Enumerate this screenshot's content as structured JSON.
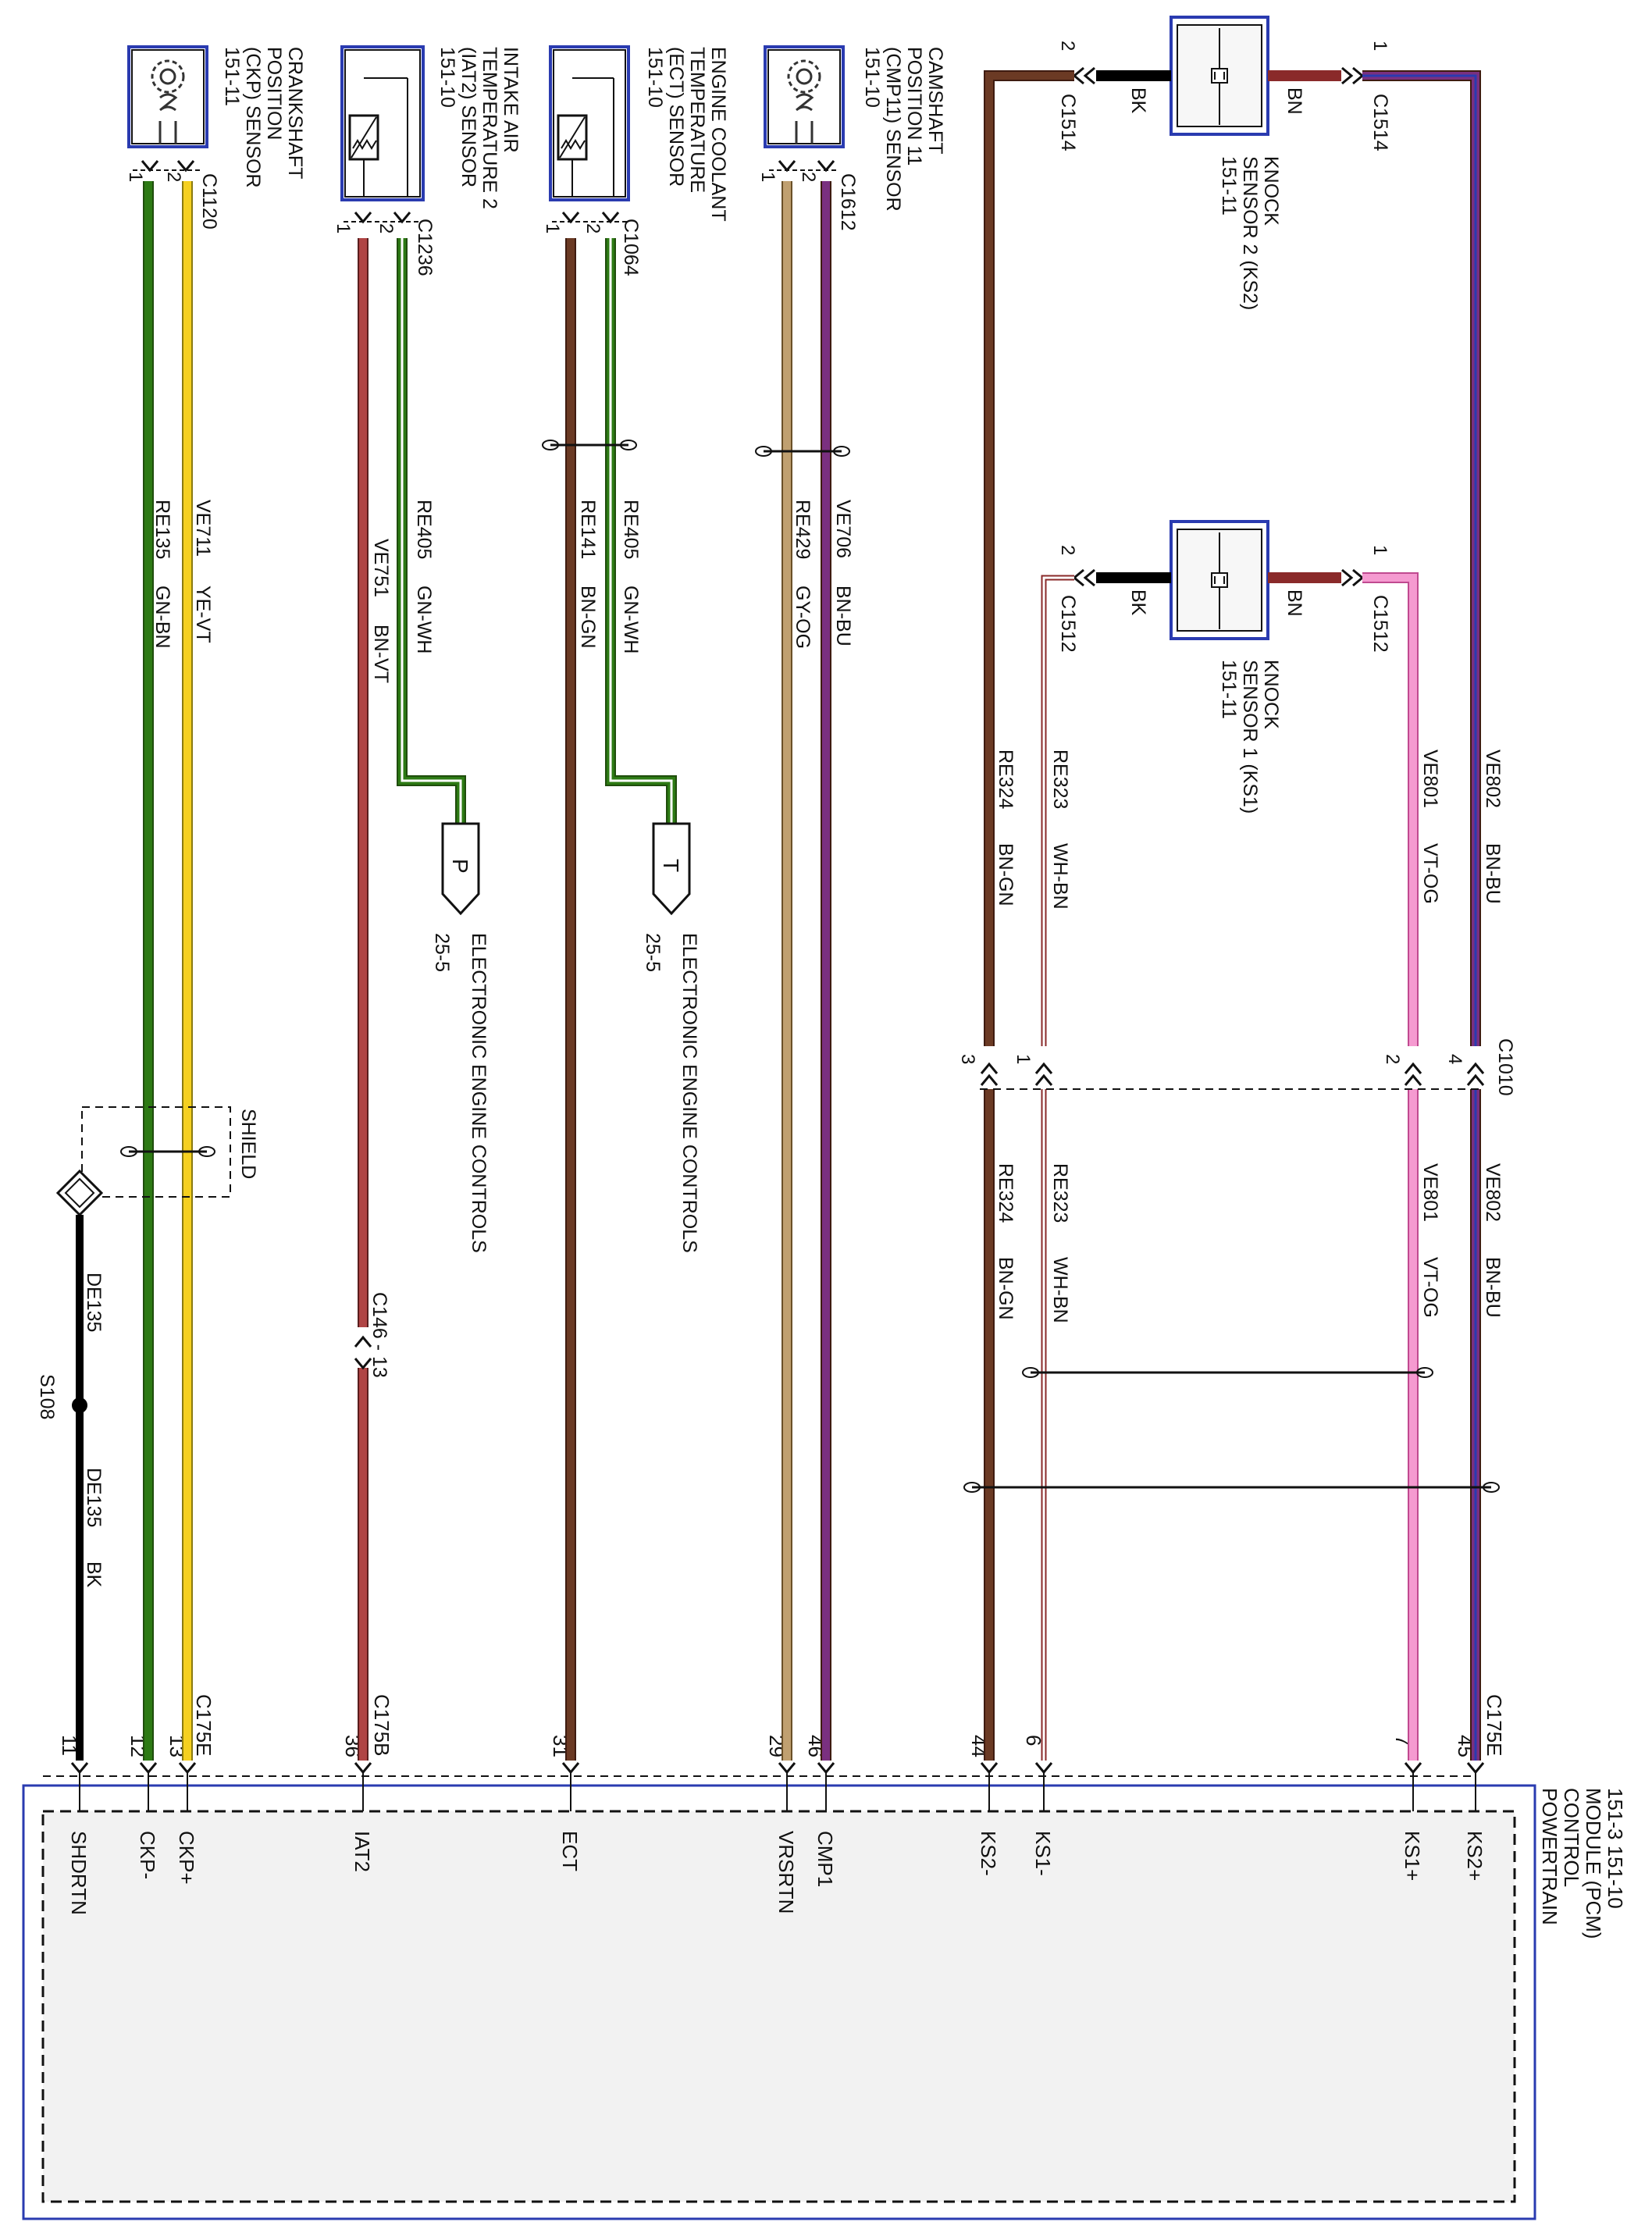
{
  "title": "",
  "orientation_note": "",
  "colors": {
    "GN": "#2d6b14",
    "YE": "#f5d020",
    "RD": "#a83a3a",
    "BN": "#6b3a24",
    "VT": "#7a3080",
    "BU": "#2a3bb0",
    "WH": "#ffffff",
    "OG": "#e0a040",
    "GY": "#c0a070",
    "PK": "#f080c0",
    "BK": "#000000"
  },
  "components": {
    "ckp": {
      "lines": [
        "CRANKSHAFT",
        "POSITION",
        "(CKP) SENSOR",
        "151-11"
      ],
      "connector": "C1120",
      "pins": [
        "1",
        "2"
      ]
    },
    "iat2": {
      "lines": [
        "INTAKE AIR",
        "TEMPERATURE 2",
        "(IAT2) SENSOR",
        "151-10"
      ],
      "connector": "C1236",
      "pins": [
        "1",
        "2"
      ]
    },
    "ect": {
      "lines": [
        "ENGINE COOLANT",
        "TEMPERATURE",
        "(ECT) SENSOR",
        "151-10"
      ],
      "connector": "C1064",
      "pins": [
        "1",
        "2"
      ]
    },
    "cmp": {
      "lines": [
        "CAMSHAFT",
        "POSITION 11",
        "(CMP11) SENSOR",
        "151-10"
      ],
      "connector": "C1612",
      "pins": [
        "1",
        "2"
      ]
    },
    "ks2": {
      "lines": [
        "KNOCK",
        "SENSOR 2 (KS2)",
        "151-11"
      ],
      "connector": "C1514",
      "pin_bk": "2",
      "pin_bn": "1",
      "wire_bk": "BK",
      "wire_bn": "BN"
    },
    "ks1": {
      "lines": [
        "KNOCK",
        "SENSOR 1 (KS1)",
        "151-11"
      ],
      "connector": "C1512",
      "pin_bk": "2",
      "pin_bn": "1",
      "wire_bk": "BK",
      "wire_bn": "BN"
    },
    "pcm": {
      "lines": [
        "POWERTRAIN",
        "CONTROL",
        "MODULE (PCM)",
        "151-3  151-10"
      ]
    }
  },
  "wires": {
    "ckp1": {
      "circuit": "RE135",
      "color": "GN-BN"
    },
    "ckp2": {
      "circuit": "VE711",
      "color": "YE-VT"
    },
    "iat1": {
      "circuit": "VE751",
      "color": "BN-VT"
    },
    "iat2": {
      "circuit": "RE405",
      "color": "GN-WH"
    },
    "ect1": {
      "circuit": "RE141",
      "color": "BN-GN"
    },
    "ect2": {
      "circuit": "RE405",
      "color": "GN-WH"
    },
    "cmp1": {
      "circuit": "RE429",
      "color": "GY-OG"
    },
    "cmp2": {
      "circuit": "VE706",
      "color": "BN-BU"
    },
    "ks_a": {
      "circuit": "RE324",
      "color": "BN-GN"
    },
    "ks_b": {
      "circuit": "RE323",
      "color": "WH-BN"
    },
    "ks_c": {
      "circuit": "VE801",
      "color": "VT-OG"
    },
    "ks_d": {
      "circuit": "VE802",
      "color": "BN-BU"
    },
    "shield": {
      "circuit": "DE135",
      "color": "BK"
    }
  },
  "refs": {
    "p_letter": "P",
    "p_ref": "25-5",
    "p_text": "ELECTRONIC ENGINE CONTROLS",
    "t_letter": "T",
    "t_ref": "25-5",
    "t_text": "ELECTRONIC ENGINE CONTROLS",
    "shield_label": "SHIELD",
    "splice": "S108",
    "splice_wire": "DE135",
    "c146": "C146  - 13",
    "c1010": "C1010",
    "c1010_pins": {
      "ks_a": "3",
      "ks_b": "1",
      "ks_c": "2",
      "ks_d": "4"
    }
  },
  "pcm_connectors": {
    "e1": "C175E",
    "b": "C175B",
    "e2": "C175E"
  },
  "pcm_pins": [
    {
      "num": "11",
      "name": "SHDRTN"
    },
    {
      "num": "12",
      "name": "CKP-"
    },
    {
      "num": "13",
      "name": "CKP+"
    },
    {
      "num": "36",
      "name": "IAT2"
    },
    {
      "num": "31",
      "name": "ECT"
    },
    {
      "num": "29",
      "name": "VRSRTN"
    },
    {
      "num": "46",
      "name": "CMP1"
    },
    {
      "num": "44",
      "name": "KS2-"
    },
    {
      "num": "6",
      "name": "KS1-"
    },
    {
      "num": "7",
      "name": "KS1+"
    },
    {
      "num": "45",
      "name": "KS2+"
    }
  ]
}
